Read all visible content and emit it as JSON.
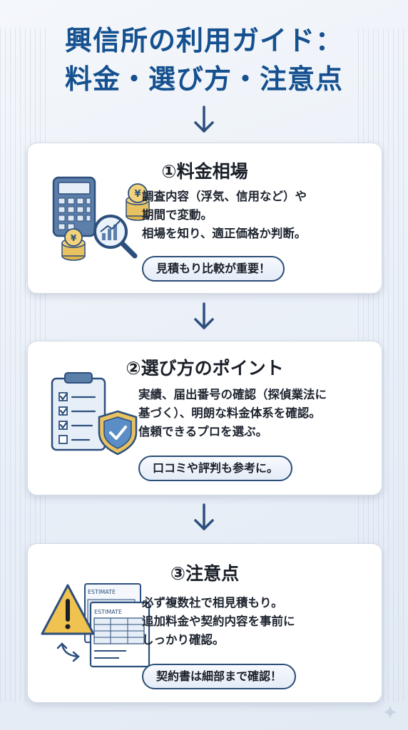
{
  "title": {
    "line1": "興信所の利用ガイド：",
    "line2": "料金・選び方・注意点"
  },
  "colors": {
    "title": "#15508f",
    "arrow": "#2d4f7d",
    "pill_border": "#2b4d78",
    "card_bg": "#ffffff"
  },
  "sections": [
    {
      "heading": "①料金相場",
      "lines": [
        "調査内容（浮気、信用など）や",
        "期間で変動。",
        "相場を知り、適正価格か判断。"
      ],
      "pill": "見積もり比較が重要！",
      "icons": [
        "calculator-icon",
        "yen-coin-icon",
        "magnifier-chart-icon"
      ]
    },
    {
      "heading": "②選び方のポイント",
      "lines": [
        "実績、届出番号の確認（探偵業法に",
        "基づく）、明朗な料金体系を確認。",
        "信頼できるプロを選ぶ。"
      ],
      "pill": "口コミや評判も参考に。",
      "icons": [
        "checklist-clipboard-icon",
        "shield-check-icon"
      ]
    },
    {
      "heading": "③注意点",
      "lines": [
        "必ず複数社で相見積もり。",
        "追加料金や契約内容を事前に",
        "しっかり確認。"
      ],
      "pill": "契約書は細部まで確認！",
      "icons": [
        "warning-icon",
        "estimate-document-icon",
        "compare-arrows-icon"
      ],
      "doc_label": "ESTIMATE"
    }
  ]
}
